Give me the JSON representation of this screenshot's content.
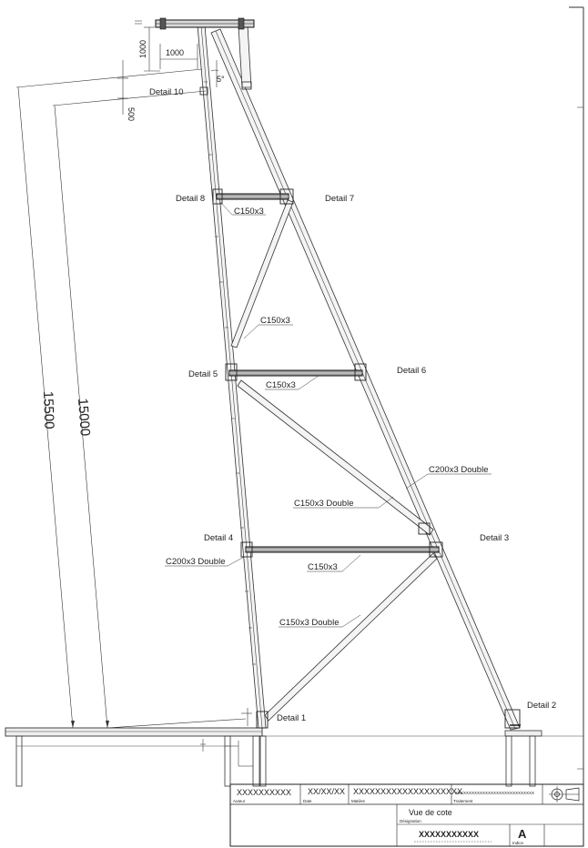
{
  "details": {
    "d1": "Detail 1",
    "d2": "Detail 2",
    "d3": "Detail 3",
    "d4": "Detail 4",
    "d5": "Detail 5",
    "d6": "Detail 6",
    "d7": "Detail 7",
    "d8": "Detail 8",
    "d10": "Detail 10"
  },
  "profiles": {
    "p_c150_top": "C150x3",
    "p_c150_diag_upper": "C150x3",
    "p_c150_mid": "C150x3",
    "p_c200_right": "C200x3 Double",
    "p_c150_double_mid": "C150x3 Double",
    "p_c200_left": "C200x3 Double",
    "p_c150_low": "C150x3",
    "p_c150_double_low": "C150x3 Double"
  },
  "dimensions": {
    "height_outer": "15500",
    "height_inner": "15000",
    "top_width": "1000",
    "top_height": "1000",
    "offset": "500",
    "angle": "5°"
  },
  "title_block": {
    "author": "XXXXXXXXXX",
    "author_label": "Auteur",
    "date": "XX/XX/XX",
    "date_label": "Date",
    "material": "XXXXXXXXXXXXXXXXXXXX",
    "material_label": "Matière",
    "treatment": "XXXXXXXXXXXXXXXXXXXXXXXXXXXXX",
    "treatment_label": "Traitement",
    "designation": "Vue de cote",
    "designation_label": "Désignation",
    "drawing_number": "XXXXXXXXXXX",
    "index": "A",
    "index_label": "Indice"
  }
}
